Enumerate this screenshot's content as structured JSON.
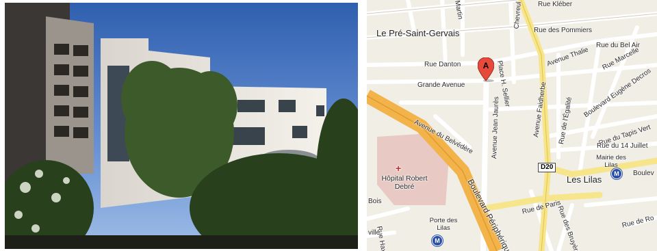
{
  "photo": {
    "alt_subject": "building-photo"
  },
  "map": {
    "marker_letter": "A",
    "shield": "D20",
    "places": {
      "pre_saint_gervais": "Le Pré-Saint-Gervais",
      "les_lilas": "Les Lilas"
    },
    "hospital": "Hôpital Robert Debré",
    "metro_porte_des_lilas": "Porte des Lilas",
    "metro_mairie_des_lilas": "Mairie des Lilas",
    "metro_symbol": "M",
    "streets": {
      "kleber": "Rue Kléber",
      "pommiers": "Rue des Pommiers",
      "bel_air": "Rue du Bel Air",
      "marcelle": "Rue Marcelle",
      "danton": "Rue Danton",
      "grande_avenue": "Grande Avenue",
      "avenue_thalie": "Avenue Thalie",
      "eugene_decros": "Boulevard Eugène Decros",
      "faidherbe": "Avenue Faidherbe",
      "jean_jaures": "Avenue Jean Jaurès",
      "belvedere": "Avenue du Belvédère",
      "egalite": "Rue de l'Égalité",
      "tapis_vert": "Rue du Tapis Vert",
      "quatorze_juillet": "Rue du 14 Juillet",
      "peripherique": "Boulevard Périphérique",
      "paris": "Rue de Paris",
      "boulev_right": "Boulev",
      "bruyeres": "Rue des Bruyères",
      "rue_de_ro": "Rue de Ro",
      "place_n_sellier": "Place H. Sellier",
      "martin": "Martin",
      "chevreul": "Chevreul",
      "bois": "Bois",
      "haxo": "Rue Haxo",
      "ville": "ville"
    }
  }
}
